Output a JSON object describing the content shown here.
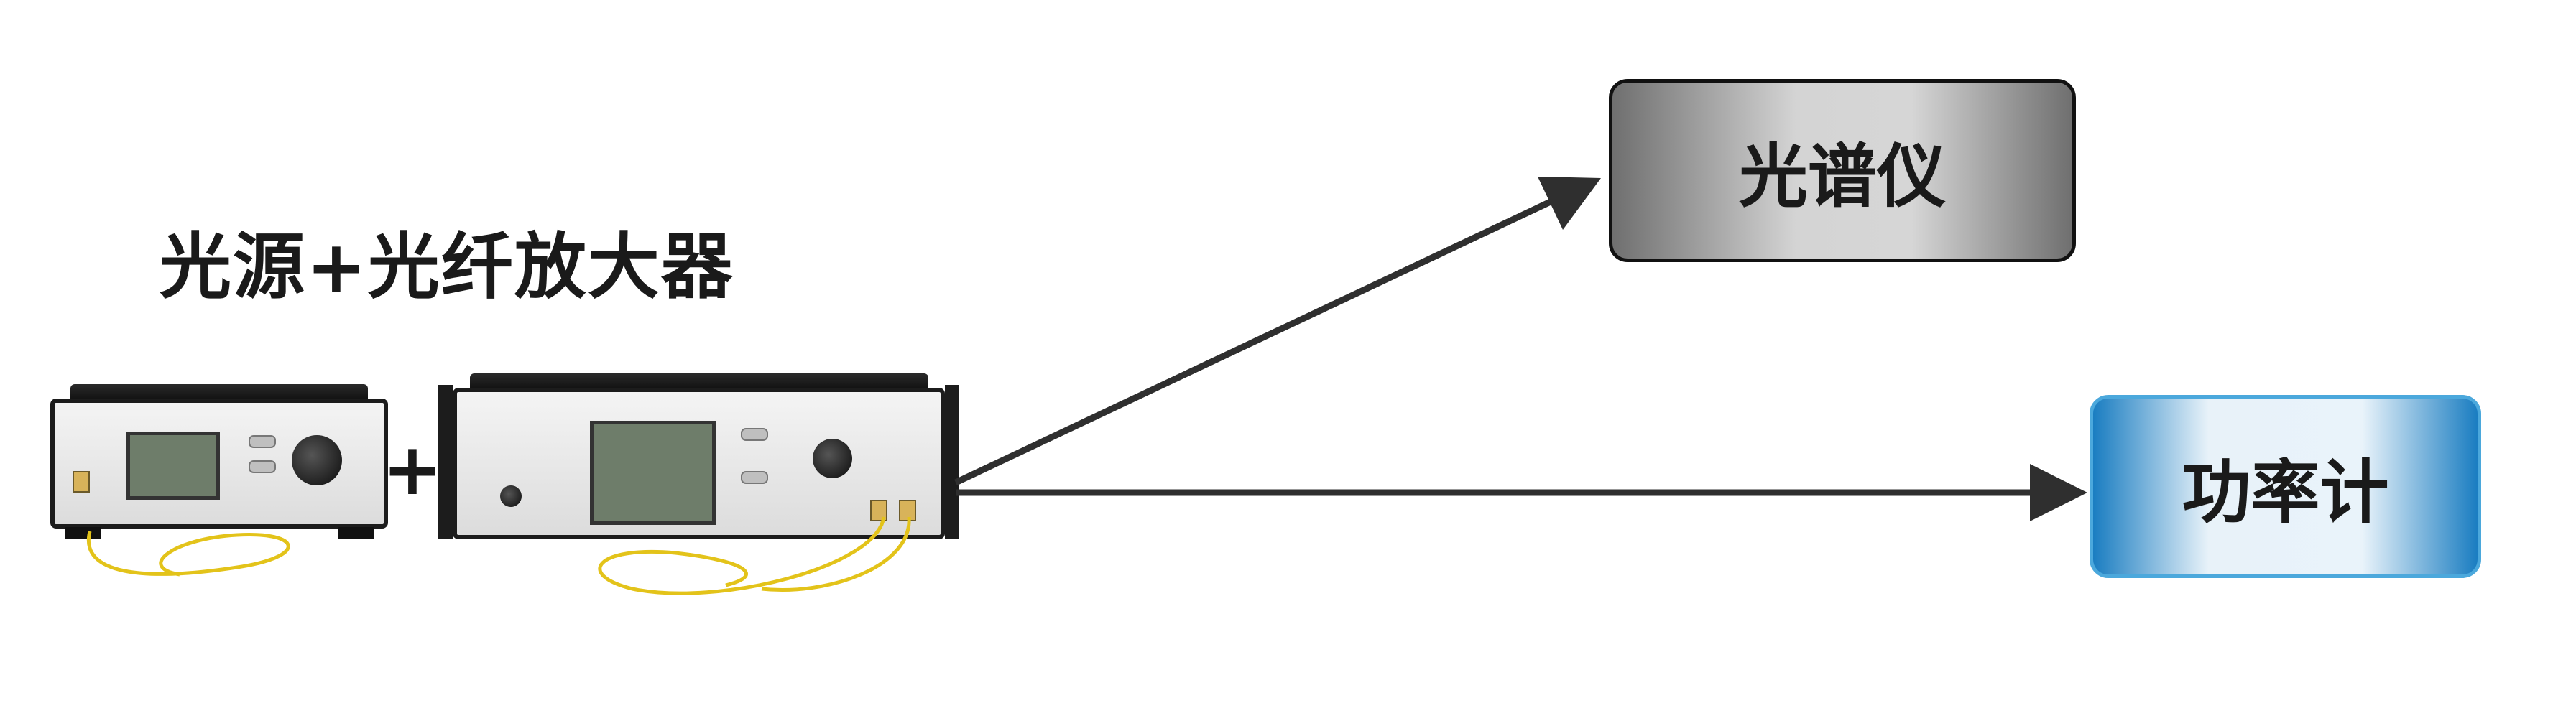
{
  "title": "光源+光纤放大器",
  "plus": "+",
  "devices": {
    "light_source": {
      "name": "light-source-device"
    },
    "amplifier": {
      "name": "fiber-amplifier-device"
    }
  },
  "targets": {
    "spectrometer": "光谱仪",
    "power_meter": "功率计"
  },
  "colors": {
    "arrow": "#2f2f2f",
    "osa_box": "#9a9a9a",
    "pm_box": "#1a7dc1"
  }
}
